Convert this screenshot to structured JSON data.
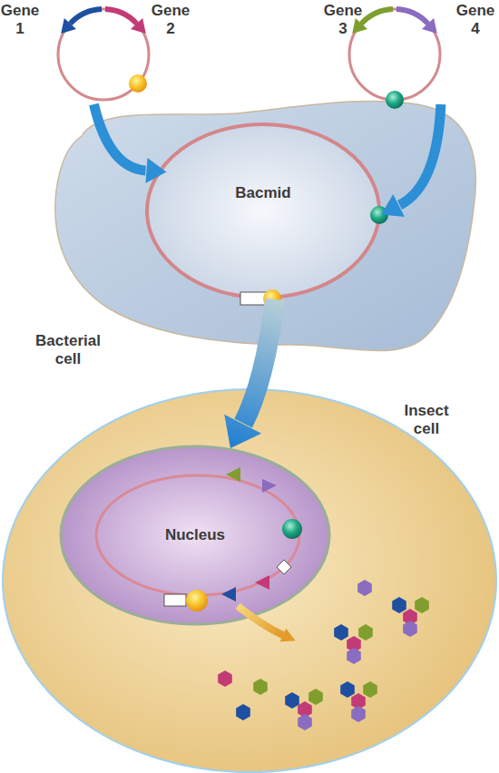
{
  "diagram": {
    "nodes": [
      {
        "text": [
          "Gene 1",
          "Gene 2"
        ]
      },
      {
        "text": [
          "Gene 3",
          "Gene 4"
        ]
      },
      {
        "text": [
          "Bacterial cell"
        ]
      },
      {
        "text": [
          "Bacmid"
        ],
        "in": 2
      },
      {
        "text": [
          "Insect cell"
        ]
      },
      {
        "text": [
          "Nucleus"
        ],
        "in": 4
      }
    ],
    "edges": [
      {
        "from": 0,
        "to": 3,
        "arrow": "to"
      },
      {
        "from": 1,
        "to": 3,
        "arrow": "to"
      },
      {
        "from": 3,
        "to": 5,
        "arrow": "to"
      }
    ]
  }
}
